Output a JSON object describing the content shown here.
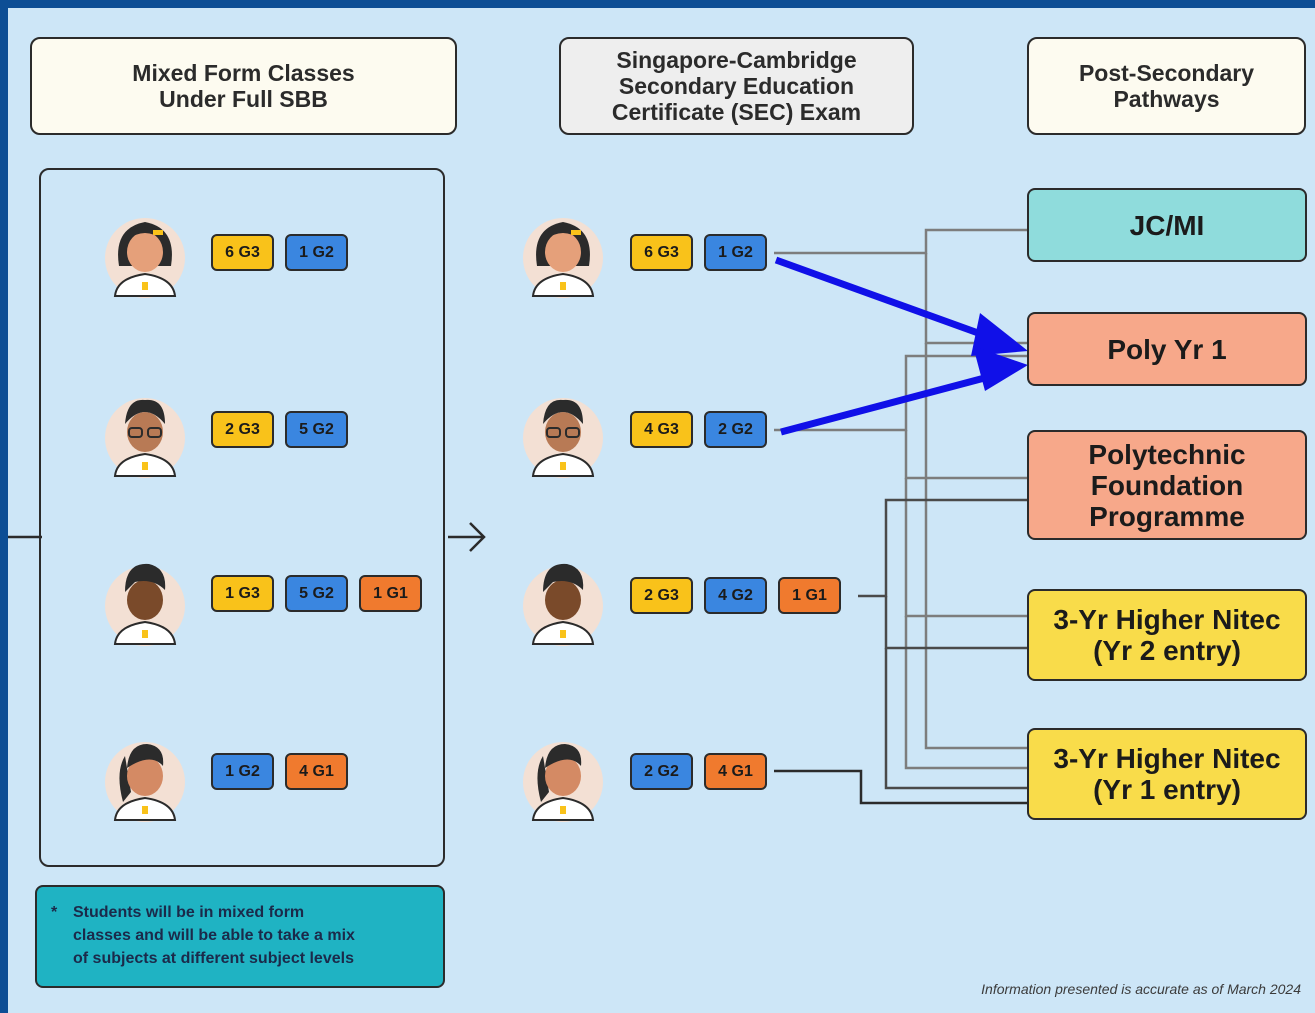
{
  "headers": {
    "mixed_form": "Mixed Form Classes\nUnder Full SBB",
    "sec_exam": "Singapore-Cambridge\nSecondary Education\nCertificate (SEC) Exam",
    "post_secondary": "Post-Secondary\nPathways"
  },
  "students_before": [
    {
      "name": "girl-student",
      "badges": [
        "6 G3",
        "1 G2"
      ]
    },
    {
      "name": "boy-glasses-student",
      "badges": [
        "2 G3",
        "5 G2"
      ]
    },
    {
      "name": "boy-student",
      "badges": [
        "1 G3",
        "5 G2",
        "1 G1"
      ]
    },
    {
      "name": "girl-ponytail-student",
      "badges": [
        "1 G2",
        "4 G1"
      ]
    }
  ],
  "students_after": [
    {
      "name": "girl-student",
      "badges": [
        "6 G3",
        "1 G2"
      ]
    },
    {
      "name": "boy-glasses-student",
      "badges": [
        "4 G3",
        "2 G2"
      ]
    },
    {
      "name": "boy-student",
      "badges": [
        "2 G3",
        "4 G2",
        "1 G1"
      ]
    },
    {
      "name": "girl-ponytail-student",
      "badges": [
        "2 G2",
        "4 G1"
      ]
    }
  ],
  "pathways": {
    "jc_mi": "JC/MI",
    "poly_yr1": "Poly Yr 1",
    "pfp": "Polytechnic\nFoundation\nProgramme",
    "nitec_yr2": "3-Yr Higher Nitec\n(Yr 2 entry)",
    "nitec_yr1": "3-Yr Higher Nitec\n(Yr 1 entry)"
  },
  "note": {
    "star": "*",
    "text": "Students will be in mixed form\nclasses and will be able to take a mix\nof subjects at different subject levels"
  },
  "footer": "Information presented is accurate as of March 2024",
  "colors": {
    "background": "#cde6f7",
    "frame": "#0d4e95",
    "g3": "#f9c21a",
    "g2": "#3a86e0",
    "g1": "#f07a2e",
    "jc_mi": "#8fdcdc",
    "poly": "#f7a88a",
    "nitec": "#f9dc4a",
    "note": "#1fb3c3",
    "arrow": "#1010e8"
  }
}
